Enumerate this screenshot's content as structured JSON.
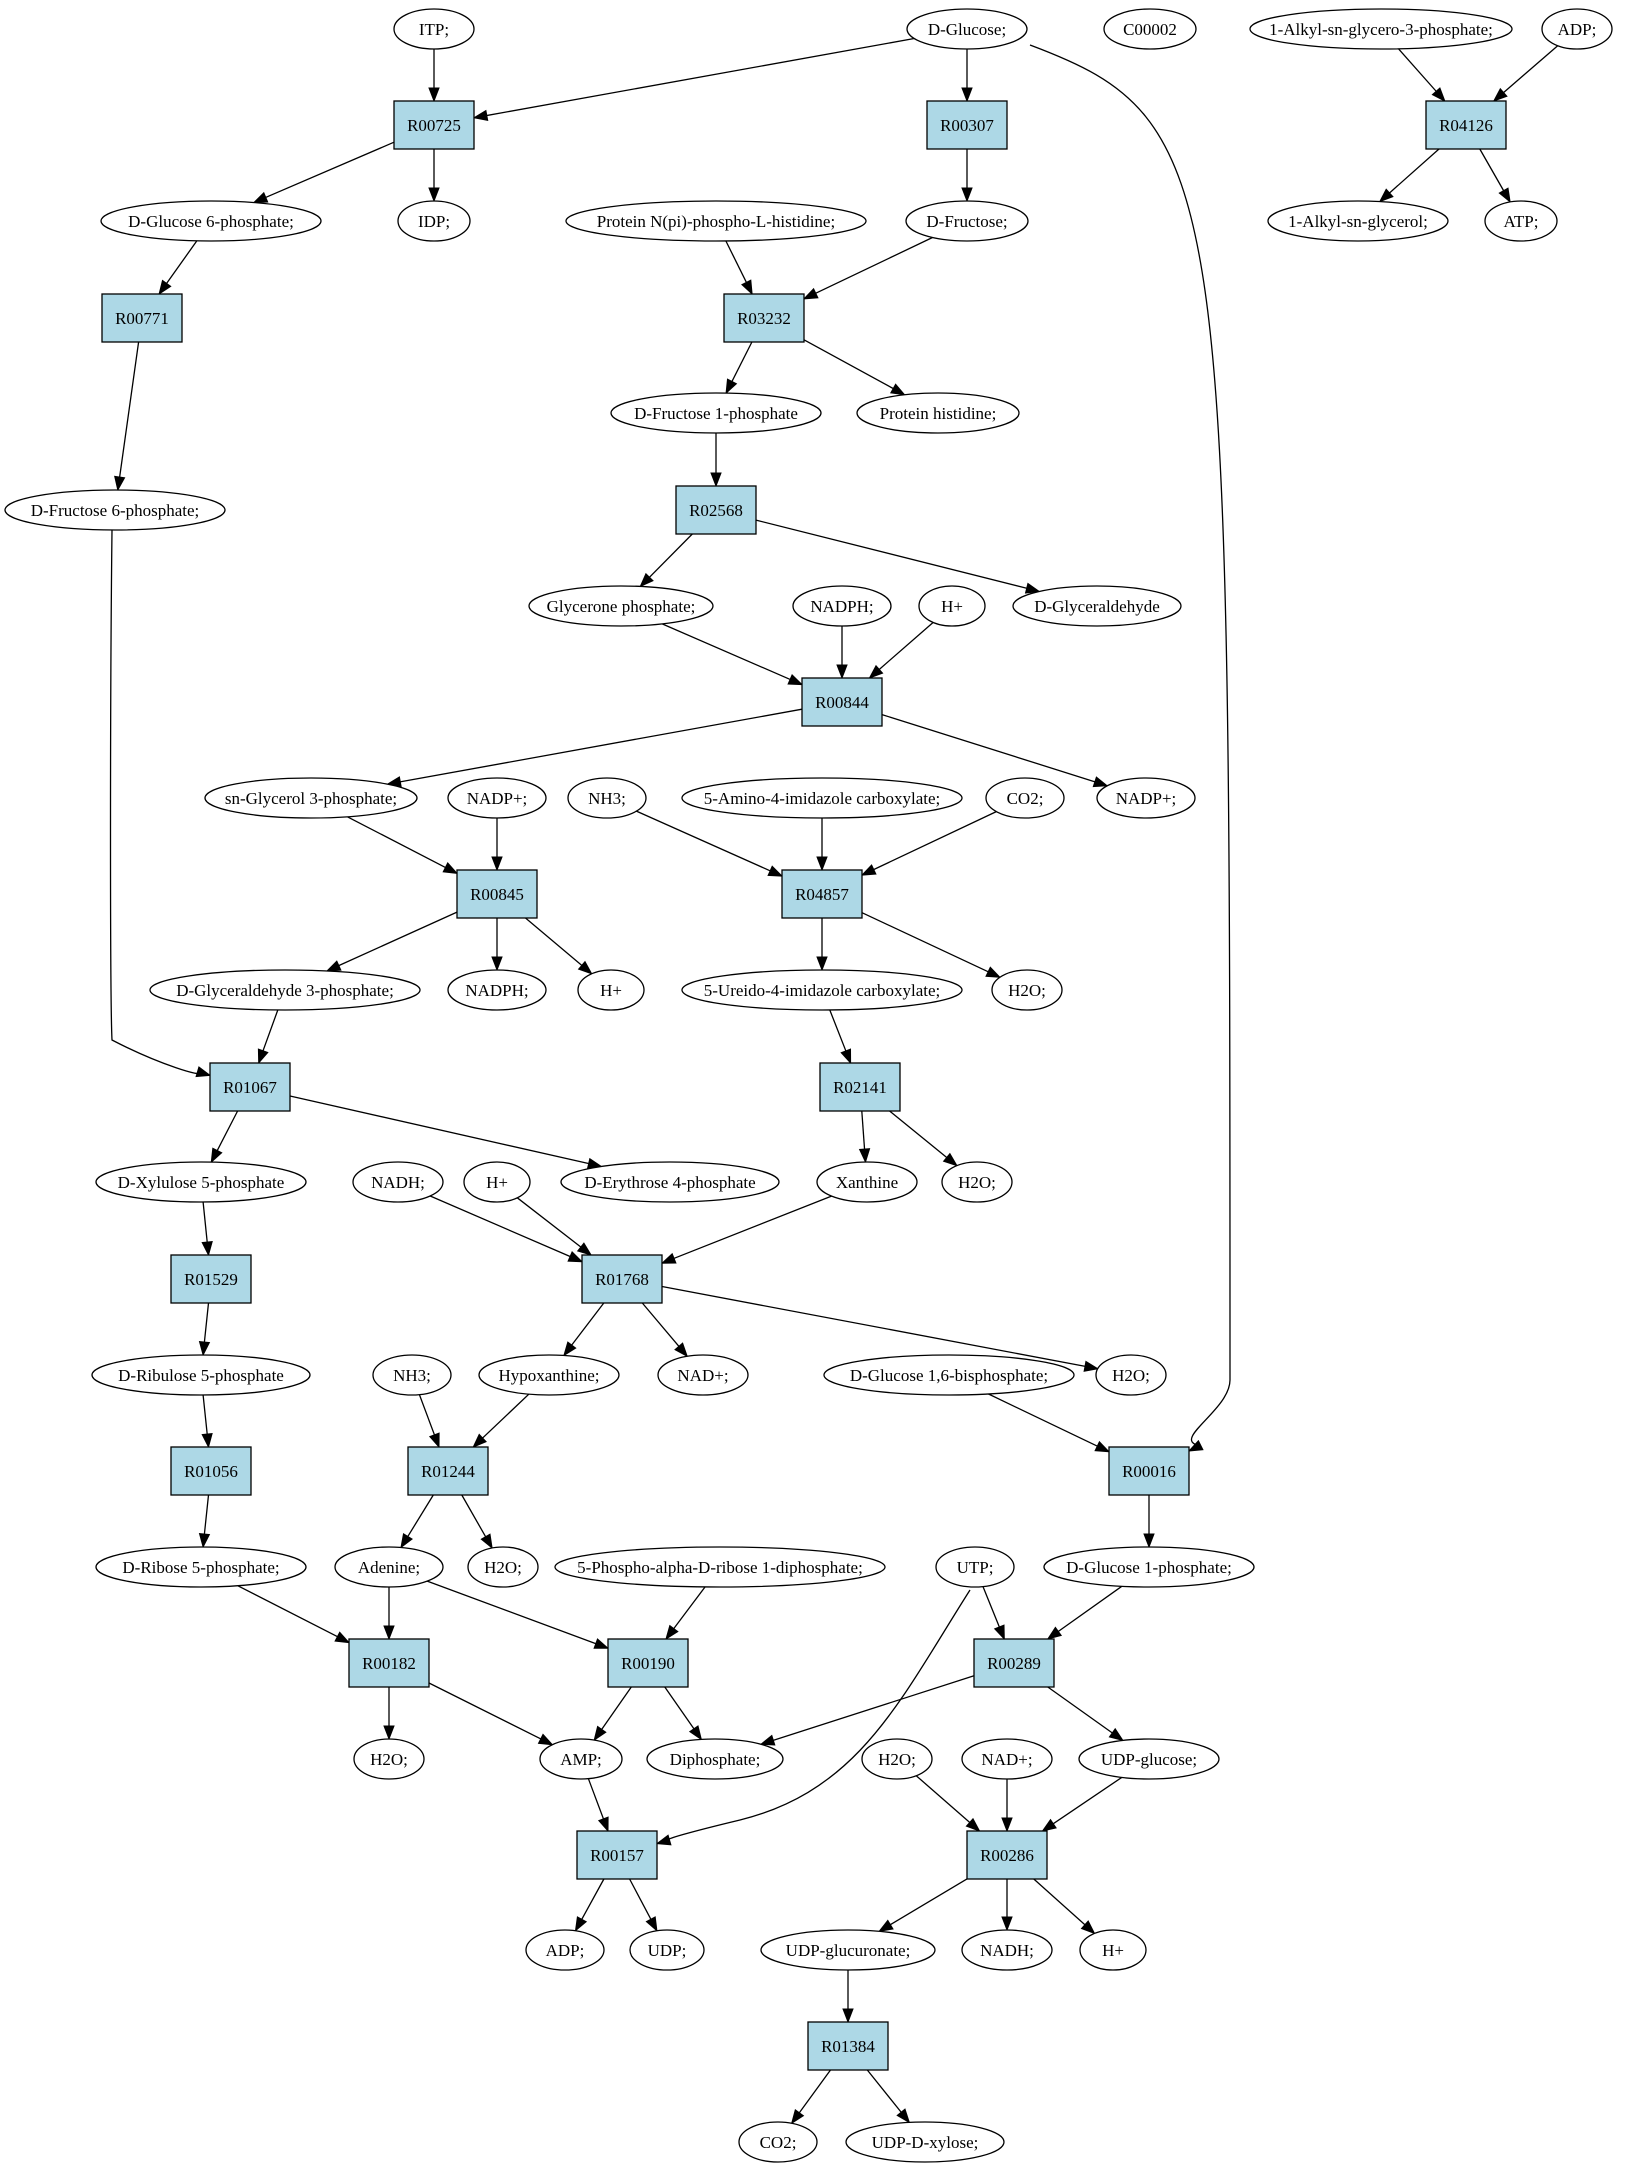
{
  "colors": {
    "reaction_fill": "#add8e6",
    "compound_fill": "#ffffff",
    "highlight_green": "#00ee00",
    "highlight_yellow": "#ffff00"
  },
  "nodes": [
    {
      "id": "ITP",
      "label": "ITP;",
      "kind": "compound"
    },
    {
      "id": "DGLC",
      "label": "D-Glucose;",
      "kind": "compound",
      "color": "green"
    },
    {
      "id": "C00002",
      "label": "C00002",
      "kind": "compound",
      "color": "yellow"
    },
    {
      "id": "AKGP",
      "label": "1-Alkyl-sn-glycero-3-phosphate;",
      "kind": "compound"
    },
    {
      "id": "ADP1",
      "label": "ADP;",
      "kind": "compound"
    },
    {
      "id": "R00725",
      "label": "R00725",
      "kind": "reaction"
    },
    {
      "id": "R00307",
      "label": "R00307",
      "kind": "reaction"
    },
    {
      "id": "R04126",
      "label": "R04126",
      "kind": "reaction"
    },
    {
      "id": "G6P",
      "label": "D-Glucose 6-phosphate;",
      "kind": "compound"
    },
    {
      "id": "IDP",
      "label": "IDP;",
      "kind": "compound"
    },
    {
      "id": "PNP",
      "label": "Protein N(pi)-phospho-L-histidine;",
      "kind": "compound"
    },
    {
      "id": "DFRU",
      "label": "D-Fructose;",
      "kind": "compound"
    },
    {
      "id": "AKG",
      "label": "1-Alkyl-sn-glycerol;",
      "kind": "compound"
    },
    {
      "id": "ATP",
      "label": "ATP;",
      "kind": "compound"
    },
    {
      "id": "R00771",
      "label": "R00771",
      "kind": "reaction"
    },
    {
      "id": "R03232",
      "label": "R03232",
      "kind": "reaction"
    },
    {
      "id": "F1P",
      "label": "D-Fructose 1-phosphate",
      "kind": "compound"
    },
    {
      "id": "PHIS",
      "label": "Protein histidine;",
      "kind": "compound"
    },
    {
      "id": "F6P",
      "label": "D-Fructose 6-phosphate;",
      "kind": "compound"
    },
    {
      "id": "R02568",
      "label": "R02568",
      "kind": "reaction"
    },
    {
      "id": "GNP",
      "label": "Glycerone phosphate;",
      "kind": "compound"
    },
    {
      "id": "NADPH1",
      "label": "NADPH;",
      "kind": "compound"
    },
    {
      "id": "HP1",
      "label": "H+",
      "kind": "compound"
    },
    {
      "id": "DGA",
      "label": "D-Glyceraldehyde",
      "kind": "compound"
    },
    {
      "id": "R00844",
      "label": "R00844",
      "kind": "reaction"
    },
    {
      "id": "G3P",
      "label": "sn-Glycerol 3-phosphate;",
      "kind": "compound"
    },
    {
      "id": "NADPP1",
      "label": "NADP+;",
      "kind": "compound"
    },
    {
      "id": "NH3A",
      "label": "NH3;",
      "kind": "compound"
    },
    {
      "id": "AIC",
      "label": "5-Amino-4-imidazole carboxylate;",
      "kind": "compound"
    },
    {
      "id": "CO2A",
      "label": "CO2;",
      "kind": "compound"
    },
    {
      "id": "NADPP2",
      "label": "NADP+;",
      "kind": "compound"
    },
    {
      "id": "R00845",
      "label": "R00845",
      "kind": "reaction"
    },
    {
      "id": "R04857",
      "label": "R04857",
      "kind": "reaction"
    },
    {
      "id": "GA3P",
      "label": "D-Glyceraldehyde 3-phosphate;",
      "kind": "compound"
    },
    {
      "id": "NADPH2",
      "label": "NADPH;",
      "kind": "compound"
    },
    {
      "id": "HP2",
      "label": "H+",
      "kind": "compound"
    },
    {
      "id": "UIC",
      "label": "5-Ureido-4-imidazole carboxylate;",
      "kind": "compound"
    },
    {
      "id": "H2OA",
      "label": "H2O;",
      "kind": "compound"
    },
    {
      "id": "R01067",
      "label": "R01067",
      "kind": "reaction"
    },
    {
      "id": "R02141",
      "label": "R02141",
      "kind": "reaction"
    },
    {
      "id": "X5P",
      "label": "D-Xylulose 5-phosphate",
      "kind": "compound"
    },
    {
      "id": "NADH1",
      "label": "NADH;",
      "kind": "compound"
    },
    {
      "id": "HP3",
      "label": "H+",
      "kind": "compound"
    },
    {
      "id": "E4P",
      "label": "D-Erythrose 4-phosphate",
      "kind": "compound"
    },
    {
      "id": "XAN",
      "label": "Xanthine",
      "kind": "compound"
    },
    {
      "id": "H2OB",
      "label": "H2O;",
      "kind": "compound"
    },
    {
      "id": "R01529",
      "label": "R01529",
      "kind": "reaction"
    },
    {
      "id": "R01768",
      "label": "R01768",
      "kind": "reaction"
    },
    {
      "id": "RU5P",
      "label": "D-Ribulose 5-phosphate",
      "kind": "compound"
    },
    {
      "id": "NH3B",
      "label": "NH3;",
      "kind": "compound"
    },
    {
      "id": "HYP",
      "label": "Hypoxanthine;",
      "kind": "compound"
    },
    {
      "id": "NADP",
      "label": "NAD+;",
      "kind": "compound"
    },
    {
      "id": "G16BP",
      "label": "D-Glucose 1,6-bisphosphate;",
      "kind": "compound"
    },
    {
      "id": "H2OC",
      "label": "H2O;",
      "kind": "compound"
    },
    {
      "id": "R01056",
      "label": "R01056",
      "kind": "reaction"
    },
    {
      "id": "R01244",
      "label": "R01244",
      "kind": "reaction"
    },
    {
      "id": "R00016",
      "label": "R00016",
      "kind": "reaction"
    },
    {
      "id": "R5P",
      "label": "D-Ribose 5-phosphate;",
      "kind": "compound"
    },
    {
      "id": "ADE",
      "label": "Adenine;",
      "kind": "compound"
    },
    {
      "id": "H2OD",
      "label": "H2O;",
      "kind": "compound"
    },
    {
      "id": "PRPP",
      "label": "5-Phospho-alpha-D-ribose 1-diphosphate;",
      "kind": "compound"
    },
    {
      "id": "UTP",
      "label": "UTP;",
      "kind": "compound"
    },
    {
      "id": "G1P",
      "label": "D-Glucose 1-phosphate;",
      "kind": "compound"
    },
    {
      "id": "R00182",
      "label": "R00182",
      "kind": "reaction"
    },
    {
      "id": "R00190",
      "label": "R00190",
      "kind": "reaction"
    },
    {
      "id": "R00289",
      "label": "R00289",
      "kind": "reaction"
    },
    {
      "id": "H2OE",
      "label": "H2O;",
      "kind": "compound"
    },
    {
      "id": "AMP",
      "label": "AMP;",
      "kind": "compound"
    },
    {
      "id": "DIP",
      "label": "Diphosphate;",
      "kind": "compound"
    },
    {
      "id": "H2OF",
      "label": "H2O;",
      "kind": "compound"
    },
    {
      "id": "NADP2",
      "label": "NAD+;",
      "kind": "compound"
    },
    {
      "id": "UDPG",
      "label": "UDP-glucose;",
      "kind": "compound"
    },
    {
      "id": "R00157",
      "label": "R00157",
      "kind": "reaction"
    },
    {
      "id": "R00286",
      "label": "R00286",
      "kind": "reaction"
    },
    {
      "id": "ADP2",
      "label": "ADP;",
      "kind": "compound"
    },
    {
      "id": "UDP",
      "label": "UDP;",
      "kind": "compound"
    },
    {
      "id": "UDPGA",
      "label": "UDP-glucuronate;",
      "kind": "compound"
    },
    {
      "id": "NADH2",
      "label": "NADH;",
      "kind": "compound"
    },
    {
      "id": "HP4",
      "label": "H+",
      "kind": "compound"
    },
    {
      "id": "R01384",
      "label": "R01384",
      "kind": "reaction"
    },
    {
      "id": "CO2B",
      "label": "CO2;",
      "kind": "compound"
    },
    {
      "id": "UDPX",
      "label": "UDP-D-xylose;",
      "kind": "compound"
    }
  ],
  "edges": [
    [
      "ITP",
      "R00725"
    ],
    [
      "DGLC",
      "R00725"
    ],
    [
      "DGLC",
      "R00307"
    ],
    [
      "DGLC",
      "R00016"
    ],
    [
      "AKGP",
      "R04126"
    ],
    [
      "ADP1",
      "R04126"
    ],
    [
      "R00725",
      "G6P"
    ],
    [
      "R00725",
      "IDP"
    ],
    [
      "R00307",
      "DFRU"
    ],
    [
      "R04126",
      "AKG"
    ],
    [
      "R04126",
      "ATP"
    ],
    [
      "G6P",
      "R00771"
    ],
    [
      "PNP",
      "R03232"
    ],
    [
      "DFRU",
      "R03232"
    ],
    [
      "R03232",
      "F1P"
    ],
    [
      "R03232",
      "PHIS"
    ],
    [
      "R00771",
      "F6P"
    ],
    [
      "F1P",
      "R02568"
    ],
    [
      "R02568",
      "GNP"
    ],
    [
      "R02568",
      "DGA"
    ],
    [
      "GNP",
      "R00844"
    ],
    [
      "NADPH1",
      "R00844"
    ],
    [
      "HP1",
      "R00844"
    ],
    [
      "R00844",
      "G3P"
    ],
    [
      "R00844",
      "NADPP2"
    ],
    [
      "G3P",
      "R00845"
    ],
    [
      "NADPP1",
      "R00845"
    ],
    [
      "NH3A",
      "R04857"
    ],
    [
      "AIC",
      "R04857"
    ],
    [
      "CO2A",
      "R04857"
    ],
    [
      "R00845",
      "GA3P"
    ],
    [
      "R00845",
      "NADPH2"
    ],
    [
      "R00845",
      "HP2"
    ],
    [
      "R04857",
      "UIC"
    ],
    [
      "R04857",
      "H2OA"
    ],
    [
      "F6P",
      "R01067"
    ],
    [
      "GA3P",
      "R01067"
    ],
    [
      "UIC",
      "R02141"
    ],
    [
      "R01067",
      "X5P"
    ],
    [
      "R01067",
      "E4P"
    ],
    [
      "R02141",
      "XAN"
    ],
    [
      "R02141",
      "H2OB"
    ],
    [
      "X5P",
      "R01529"
    ],
    [
      "NADH1",
      "R01768"
    ],
    [
      "HP3",
      "R01768"
    ],
    [
      "XAN",
      "R01768"
    ],
    [
      "R01529",
      "RU5P"
    ],
    [
      "R01768",
      "HYP"
    ],
    [
      "R01768",
      "NADP"
    ],
    [
      "R01768",
      "H2OC"
    ],
    [
      "RU5P",
      "R01056"
    ],
    [
      "NH3B",
      "R01244"
    ],
    [
      "HYP",
      "R01244"
    ],
    [
      "G16BP",
      "R00016"
    ],
    [
      "R01056",
      "R5P"
    ],
    [
      "R01244",
      "ADE"
    ],
    [
      "R01244",
      "H2OD"
    ],
    [
      "R00016",
      "G1P"
    ],
    [
      "R5P",
      "R00182"
    ],
    [
      "ADE",
      "R00182"
    ],
    [
      "ADE",
      "R00190"
    ],
    [
      "PRPP",
      "R00190"
    ],
    [
      "UTP",
      "R00289"
    ],
    [
      "UTP",
      "R00157"
    ],
    [
      "G1P",
      "R00289"
    ],
    [
      "R00182",
      "H2OE"
    ],
    [
      "R00182",
      "AMP"
    ],
    [
      "R00190",
      "AMP"
    ],
    [
      "R00190",
      "DIP"
    ],
    [
      "R00289",
      "DIP"
    ],
    [
      "R00289",
      "UDPG"
    ],
    [
      "AMP",
      "R00157"
    ],
    [
      "H2OF",
      "R00286"
    ],
    [
      "NADP2",
      "R00286"
    ],
    [
      "UDPG",
      "R00286"
    ],
    [
      "R00157",
      "ADP2"
    ],
    [
      "R00157",
      "UDP"
    ],
    [
      "R00286",
      "UDPGA"
    ],
    [
      "R00286",
      "NADH2"
    ],
    [
      "R00286",
      "HP4"
    ],
    [
      "UDPGA",
      "R01384"
    ],
    [
      "R01384",
      "CO2B"
    ],
    [
      "R01384",
      "UDPX"
    ]
  ]
}
